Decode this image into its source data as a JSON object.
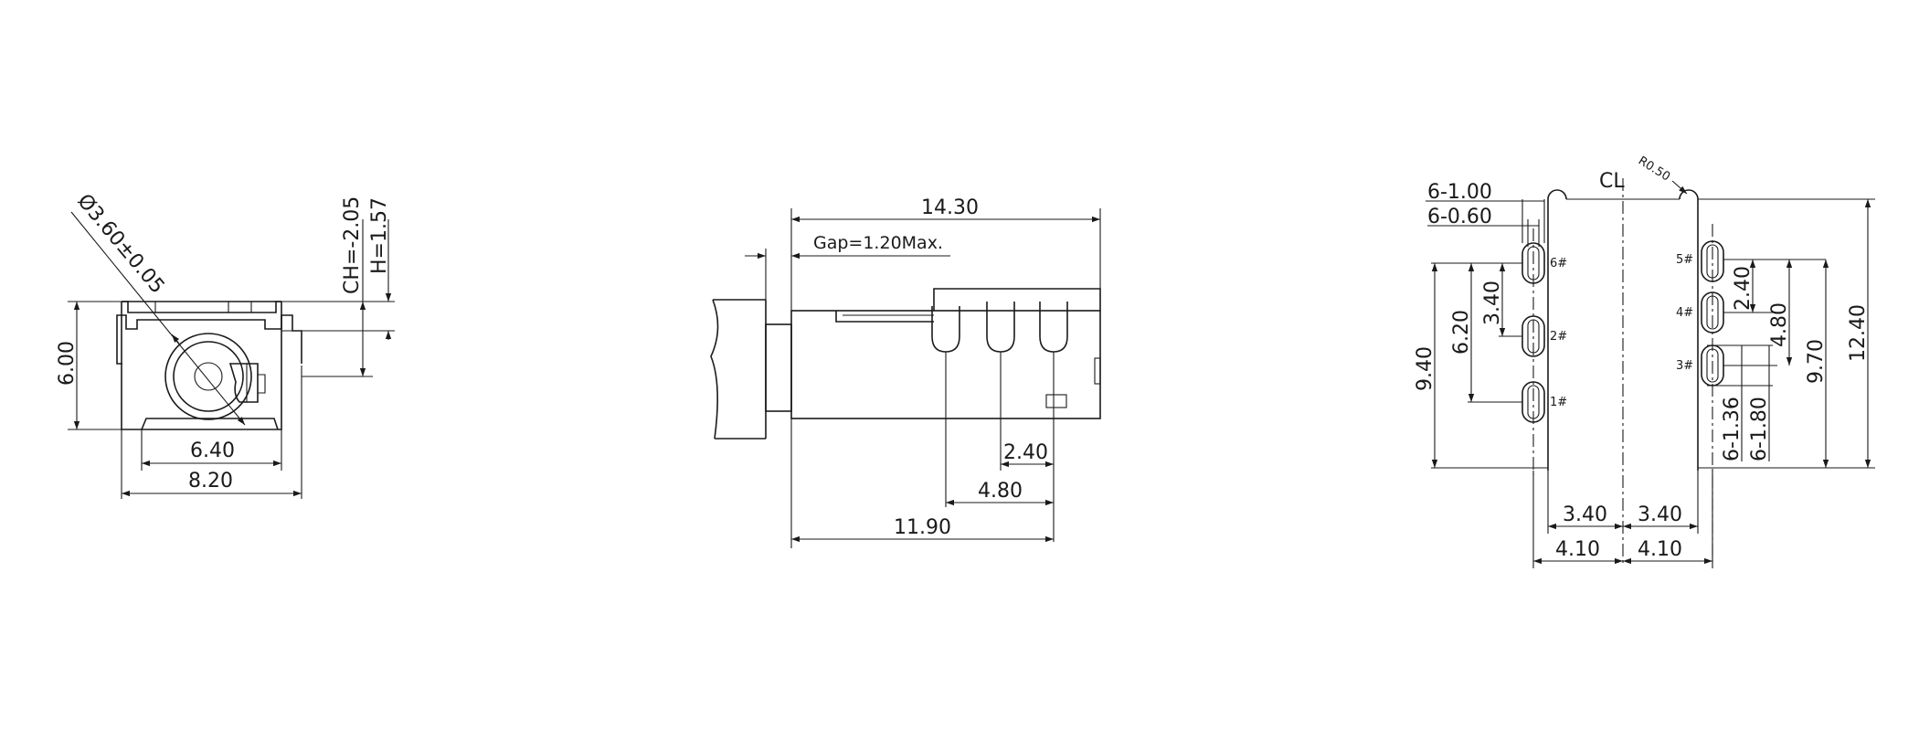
{
  "front_view": {
    "diameter": "Ø3.60±0.05",
    "ch": "CH=-2.05",
    "h": "H=1.57",
    "height": "6.00",
    "inner_width": "6.40",
    "outer_width": "8.20"
  },
  "side_view": {
    "length": "14.30",
    "gap": "Gap=1.20Max.",
    "pin_pitch_1": "2.40",
    "pin_pitch_2": "4.80",
    "pin_offset": "11.90"
  },
  "pcb_view": {
    "centerline": "CL",
    "radius": "R0.50",
    "hole_width": "6-1.00",
    "hole_slot": "6-0.60",
    "dim_940": "9.40",
    "dim_620": "6.20",
    "dim_340v": "3.40",
    "dim_240": "2.40",
    "dim_480": "4.80",
    "dim_970": "9.70",
    "dim_1240": "12.40",
    "dim_136": "6-1.36",
    "dim_180": "6-1.80",
    "dim_340_left": "3.40",
    "dim_340_right": "3.40",
    "dim_410_left": "4.10",
    "dim_410_right": "4.10",
    "pin_labels": [
      "6#",
      "2#",
      "1#",
      "5#",
      "4#",
      "3#"
    ]
  }
}
